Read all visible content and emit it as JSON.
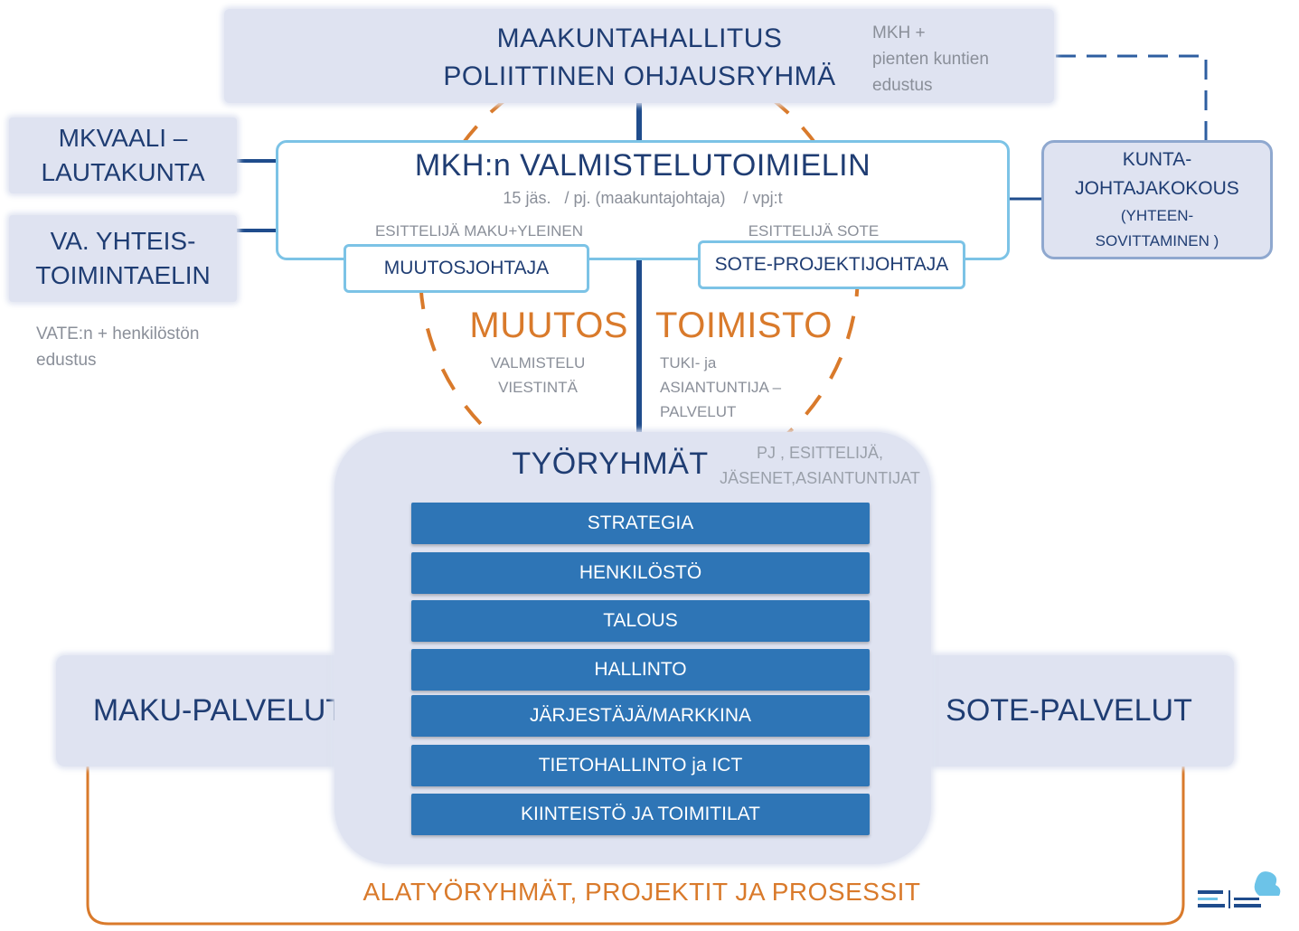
{
  "colors": {
    "navy_text": "#1f3d73",
    "pale_box": "#dfe3f1",
    "light_blue_border": "#7cc3e6",
    "dark_blue": "#1f4c8c",
    "workgroup_blue": "#2e75b6",
    "orange": "#d97a2b",
    "grey_text": "#8a8f99"
  },
  "top": {
    "title_line1": "MAAKUNTAHALLITUS",
    "title_line2": "POLIITTINEN OHJAUSRYHMÄ",
    "note_line1": "MKH +",
    "note_line2": "pienten kuntien",
    "note_line3": "edustus"
  },
  "left": {
    "mkvaali_line1": "MKVAALI –",
    "mkvaali_line2": "LAUTAKUNTA",
    "yhteis_line1": "VA. YHTEIS-",
    "yhteis_line2": "TOIMINTAELIN",
    "note_line1": "VATE:n + henkilöstön",
    "note_line2": "edustus"
  },
  "valmistelu": {
    "title": "MKH:n VALMISTELUTOIMIELIN",
    "subtitle": "15 jäs.   / pj. (maakuntajohtaja)    / vpj:t",
    "esittelija_left": "ESITTELIJÄ MAKU+YLEINEN",
    "esittelija_right": "ESITTELIJÄ SOTE",
    "role_left": "MUUTOSJOHTAJA",
    "role_right": "SOTE-PROJEKTIJOHTAJA"
  },
  "kunta": {
    "line1": "KUNTA-",
    "line2": "JOHTAJAKOKOUS",
    "line3": "(YHTEEN-",
    "line4": "SOVITTAMINEN )"
  },
  "toimisto": {
    "word1": "MUUTOS",
    "word2": "TOIMISTO",
    "left_line1": "VALMISTELU",
    "left_line2": "VIESTINTÄ",
    "right_line1": "TUKI- ja",
    "right_line2": "ASIANTUNTIJA –",
    "right_line3": "PALVELUT"
  },
  "tyoryhmat": {
    "title": "TYÖRYHMÄT",
    "note_line1": "PJ , ESITTELIJÄ,",
    "note_line2": "JÄSENET,ASIANTUNTIJAT",
    "groups": [
      "STRATEGIA",
      "HENKILÖSTÖ",
      "TALOUS",
      "HALLINTO",
      "JÄRJESTÄJÄ/MARKKINA",
      "TIETOHALLINTO ja ICT",
      "KIINTEISTÖ JA TOIMITILAT"
    ]
  },
  "services": {
    "left": "MAKU-PALVELUT",
    "right": "SOTE-PALVELUT"
  },
  "bottom": {
    "label": "ALATYÖRYHMÄT, PROJEKTIT JA PROSESSIT"
  },
  "icons": {
    "logo": "association-logo-icon"
  }
}
